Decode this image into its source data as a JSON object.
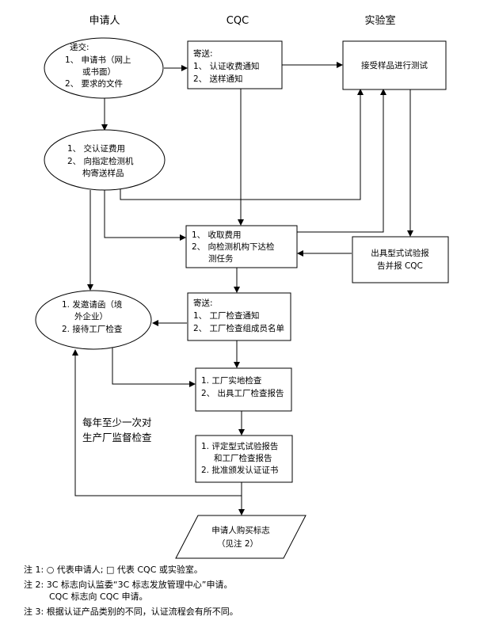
{
  "headers": {
    "applicant": "申请人",
    "cqc": "CQC",
    "lab": "实验室"
  },
  "applicant_submit": {
    "line1": "递交:",
    "line2": "1、 申请书（网上",
    "line3": "或书面）",
    "line4": "2、 要求的文件"
  },
  "cqc_send": {
    "line1": "寄送:",
    "line2": "1、 认证收费通知",
    "line3": "2、 送样通知"
  },
  "lab_test": {
    "line1": "接受样品进行测试"
  },
  "applicant_pay": {
    "line1": "1、 交认证费用",
    "line2": "2、 向指定检测机",
    "line3": "构寄送样品"
  },
  "cqc_receive": {
    "line1": "1、 收取费用",
    "line2": "2、 向检测机构下达检",
    "line3": "测任务"
  },
  "lab_report": {
    "line1": "出具型式试验报",
    "line2": "告并报 CQC"
  },
  "applicant_invite": {
    "line1": "1. 发邀请函（境",
    "line2": "外企业）",
    "line3": "2. 接待工厂检查"
  },
  "cqc_notify": {
    "line1": "寄送:",
    "line2": "1、 工厂检查通知",
    "line3": "2、 工厂检查组成员名单"
  },
  "cqc_inspect": {
    "line1": "1. 工厂实地检查",
    "line2": "2、 出具工厂检查报告"
  },
  "cqc_certify": {
    "line1": "1. 评定型式试验报告",
    "line2": "和工厂检查报告",
    "line3": "2. 批准颁发认证证书"
  },
  "annual_label": {
    "line1": "每年至少一次对",
    "line2": "生产厂监督检查"
  },
  "purchase_mark": {
    "line1": "申请人购买标志",
    "line2": "（见注 2）"
  },
  "notes": {
    "n1": "注 1: ○ 代表申请人; □ 代表 CQC 或实验室。",
    "n2": "注 2: 3C 标志向认监委“3C 标志发放管理中心”申请。",
    "n2b": "CQC 标志向 CQC 申请。",
    "n3": "注 3: 根据认证产品类别的不同，认证流程会有所不同。"
  }
}
